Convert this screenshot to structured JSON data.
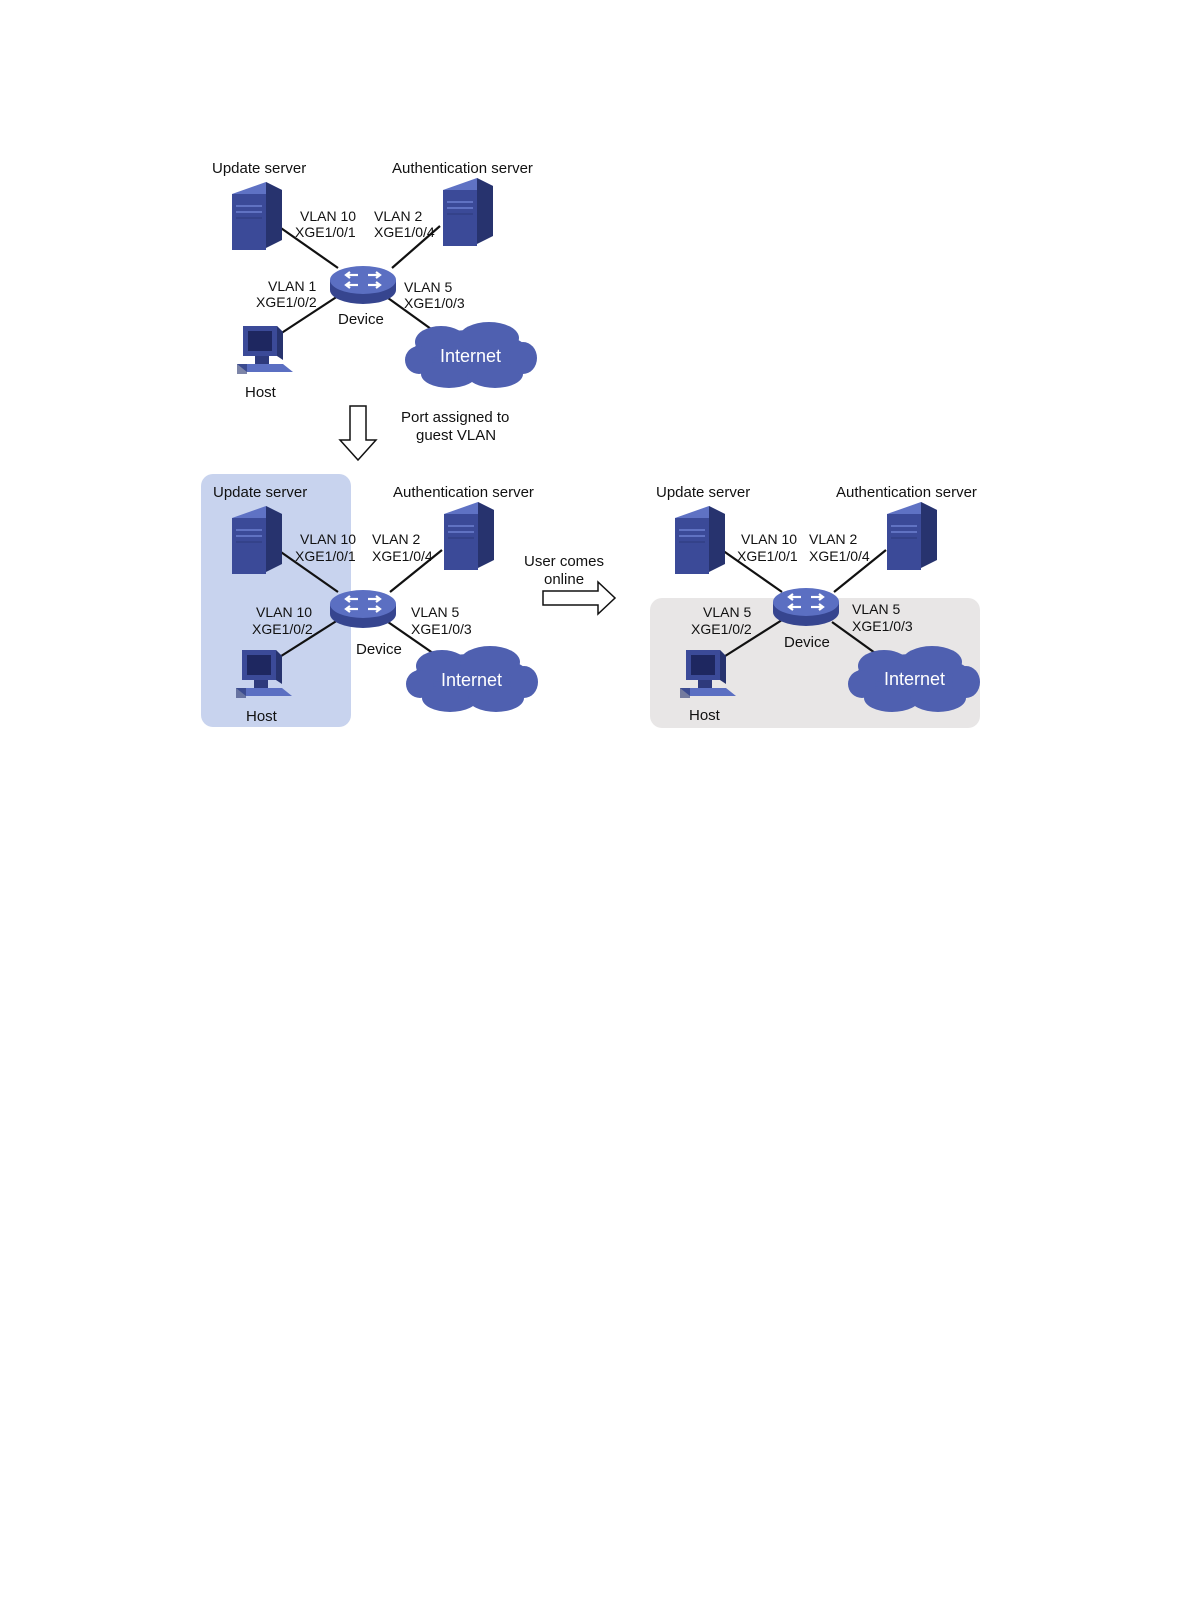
{
  "colors": {
    "device_blue": "#4a5fae",
    "server_blue": "#3b4a98",
    "server_dark": "#27336e",
    "cloud_blue": "#4f60b0",
    "guest_highlight": "#c8d3ee",
    "online_highlight": "#e8e6e6"
  },
  "top": {
    "update_server": "Update server",
    "auth_server": "Authentication server",
    "device": "Device",
    "host": "Host",
    "internet": "Internet",
    "port_update": {
      "vlan": "VLAN 10",
      "port": "XGE1/0/1"
    },
    "port_auth": {
      "vlan": "VLAN 2",
      "port": "XGE1/0/4"
    },
    "port_host": {
      "vlan": "VLAN 1",
      "port": "XGE1/0/2"
    },
    "port_internet": {
      "vlan": "VLAN 5",
      "port": "XGE1/0/3"
    }
  },
  "transition_down": {
    "line1": "Port assigned to",
    "line2": "guest VLAN"
  },
  "bottom_left": {
    "update_server": "Update server",
    "auth_server": "Authentication server",
    "device": "Device",
    "host": "Host",
    "internet": "Internet",
    "port_update": {
      "vlan": "VLAN 10",
      "port": "XGE1/0/1"
    },
    "port_auth": {
      "vlan": "VLAN 2",
      "port": "XGE1/0/4"
    },
    "port_host": {
      "vlan": "VLAN 10",
      "port": "XGE1/0/2"
    },
    "port_internet": {
      "vlan": "VLAN 5",
      "port": "XGE1/0/3"
    }
  },
  "transition_right": {
    "line1": "User comes",
    "line2": "online"
  },
  "bottom_right": {
    "update_server": "Update server",
    "auth_server": "Authentication server",
    "device": "Device",
    "host": "Host",
    "internet": "Internet",
    "port_update": {
      "vlan": "VLAN 10",
      "port": "XGE1/0/1"
    },
    "port_auth": {
      "vlan": "VLAN 2",
      "port": "XGE1/0/4"
    },
    "port_host": {
      "vlan": "VLAN 5",
      "port": "XGE1/0/2"
    },
    "port_internet": {
      "vlan": "VLAN 5",
      "port": "XGE1/0/3"
    }
  }
}
